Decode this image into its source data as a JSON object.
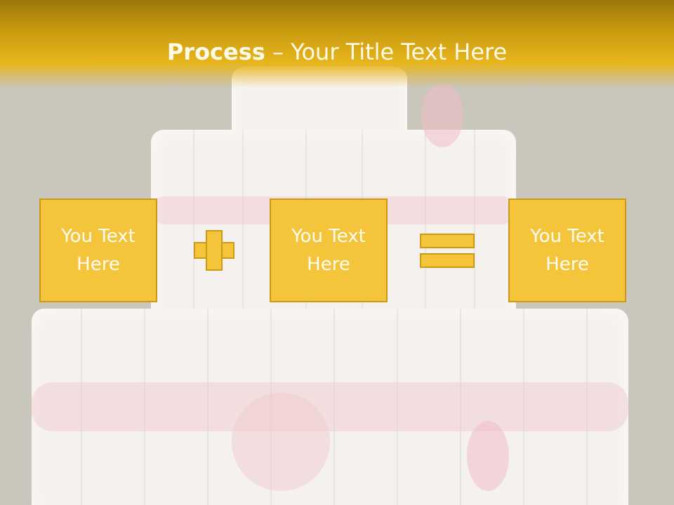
{
  "title": {
    "bold": "Process",
    "rest": " – Your Title Text Here"
  },
  "boxes": [
    {
      "text": "You Text\nHere"
    },
    {
      "text": "You Text\nHere"
    },
    {
      "text": "You Text\nHere"
    }
  ],
  "colors": {
    "accent": "#f4c43a",
    "accent_border": "#cc9b14",
    "title_bar": "#c99b10"
  }
}
